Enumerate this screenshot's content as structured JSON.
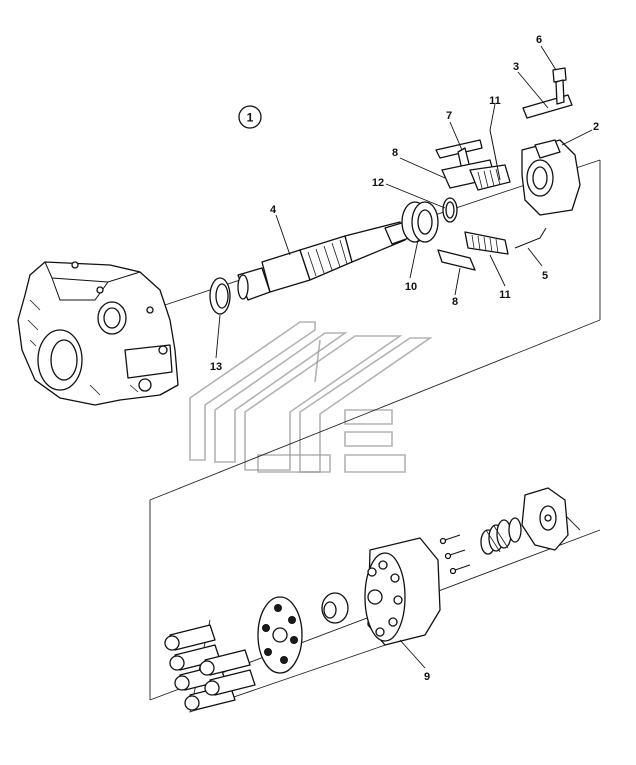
{
  "diagram": {
    "reference_marker": "1",
    "callouts": {
      "c2": "2",
      "c3": "3",
      "c4": "4",
      "c5": "5",
      "c6": "6",
      "c7": "7",
      "c8a": "8",
      "c8b": "8",
      "c9": "9",
      "c10": "10",
      "c11a": "11",
      "c11b": "11",
      "c12": "12",
      "c13": "13"
    }
  },
  "colors": {
    "line": "#111111",
    "watermark": "#9a9a9a",
    "background": "#ffffff"
  }
}
